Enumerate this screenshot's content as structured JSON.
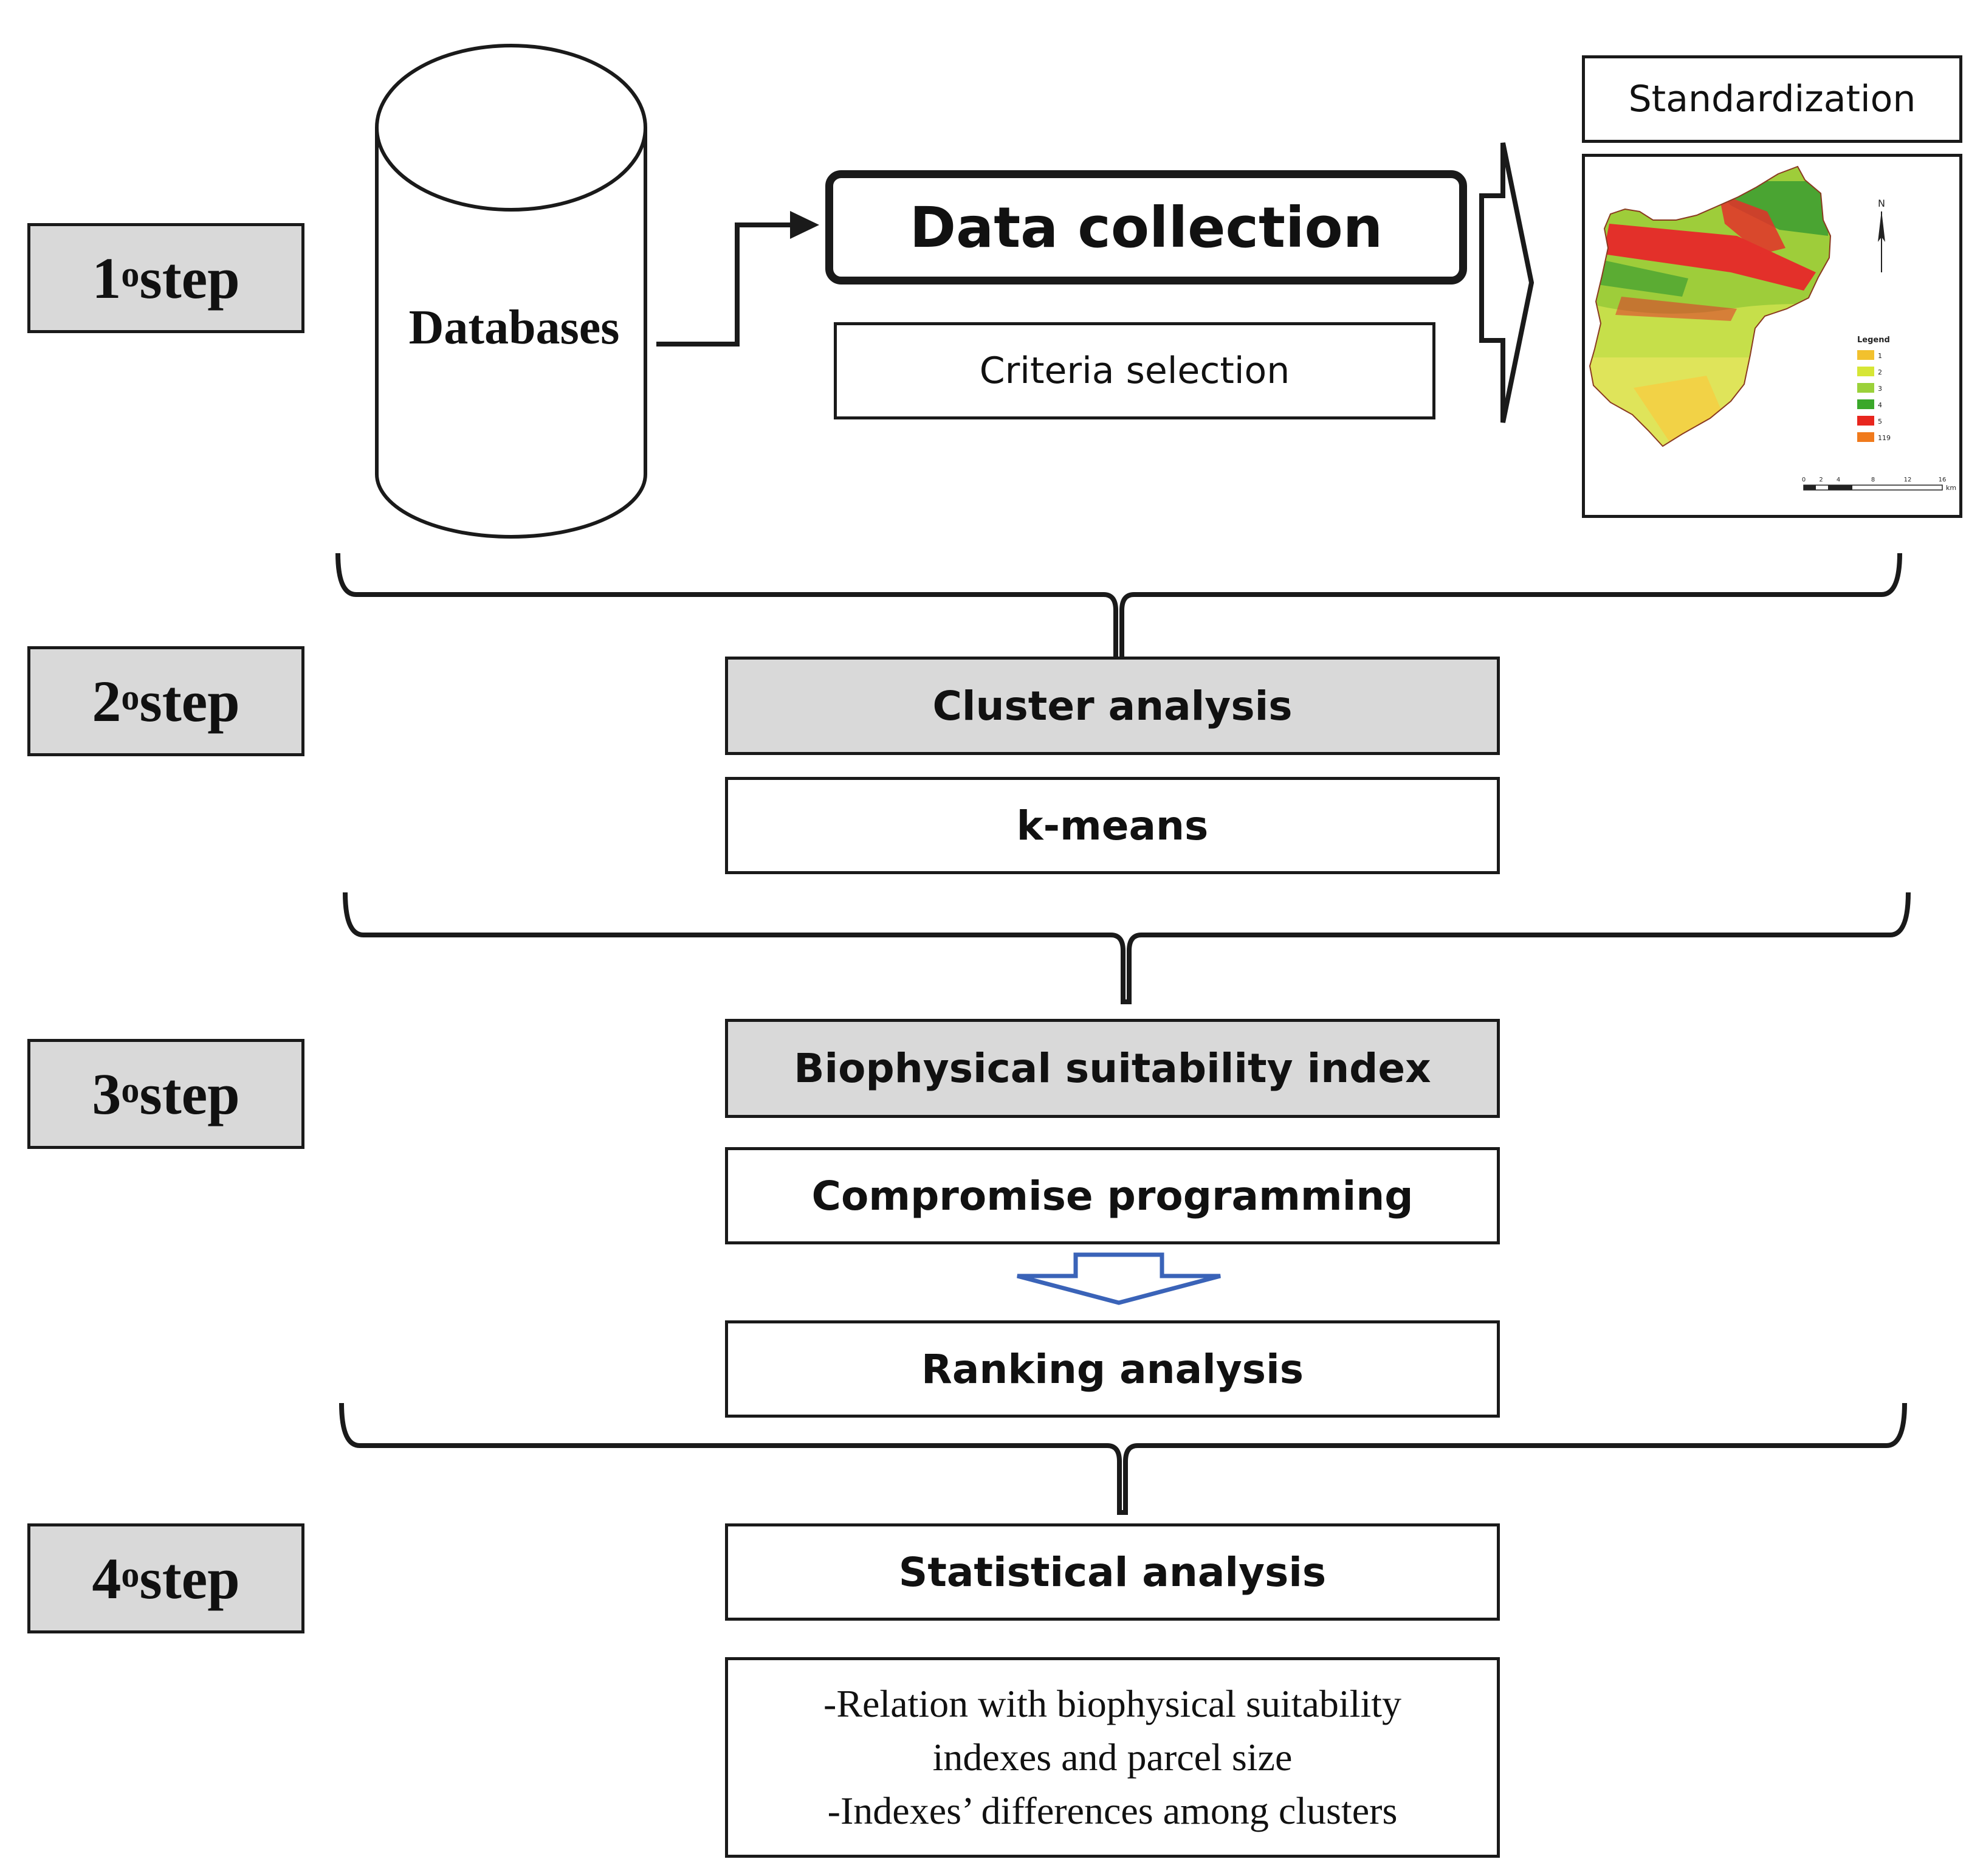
{
  "steps": {
    "step1": {
      "num": "1",
      "sup": "o",
      "word": "step"
    },
    "step2": {
      "num": "2",
      "sup": "o",
      "word": "step"
    },
    "step3": {
      "num": "3",
      "sup": "o",
      "word": "step"
    },
    "step4": {
      "num": "4",
      "sup": "o",
      "word": "step"
    }
  },
  "step1": {
    "databases": "Databases",
    "data_collection": "Data collection",
    "criteria_selection": "Criteria selection",
    "standardization": "Standardization",
    "map": {
      "north": "N",
      "legend_title": "Legend",
      "legend": [
        {
          "label": "1",
          "color": "#f2c12e"
        },
        {
          "label": "2",
          "color": "#d6e636"
        },
        {
          "label": "3",
          "color": "#9bd13a"
        },
        {
          "label": "4",
          "color": "#3aa82a"
        },
        {
          "label": "5",
          "color": "#e8261e"
        },
        {
          "label": "119",
          "color": "#f07a1c"
        }
      ],
      "scale": [
        "0",
        "2",
        "4",
        "8",
        "12",
        "16"
      ],
      "scale_unit": "km"
    }
  },
  "step2": {
    "cluster_analysis": "Cluster analysis",
    "kmeans": "k-means"
  },
  "step3": {
    "biophysical": "Biophysical suitability index",
    "compromise": "Compromise programming",
    "ranking": "Ranking analysis"
  },
  "step4": {
    "statistical": "Statistical analysis",
    "lines": [
      "-Relation with biophysical suitability",
      "indexes and parcel size",
      "-Indexes’ differences among clusters"
    ]
  },
  "colors": {
    "step_fill": "#d9d9d9",
    "line": "#1a1a1a",
    "down_arrow": "#3a63b8"
  }
}
